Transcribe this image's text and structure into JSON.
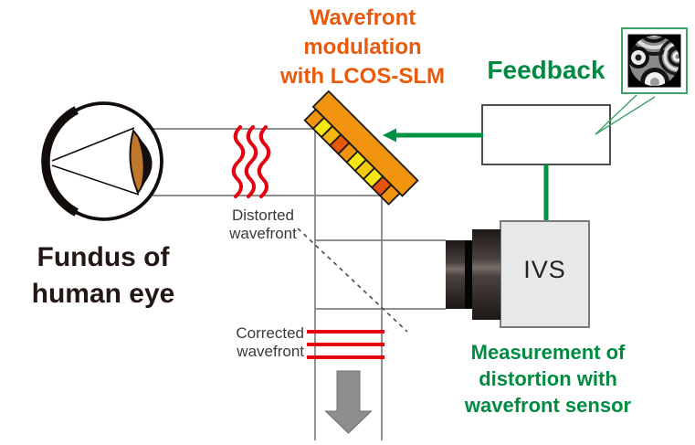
{
  "labels": {
    "slm_title": [
      "Wavefront",
      "modulation",
      "with LCOS-SLM"
    ],
    "feedback": "Feedback",
    "fundus": [
      "Fundus of",
      "human eye"
    ],
    "distorted": [
      "Distorted",
      "wavefront"
    ],
    "corrected": [
      "Corrected",
      "wavefront"
    ],
    "ivs": "IVS",
    "measurement": [
      "Measurement of",
      "distortion with",
      "wavefront sensor"
    ]
  },
  "colors": {
    "orange_title": "#EA5A0C",
    "green_text": "#008B40",
    "green_line": "#009245",
    "red_wavefront": "#E60012",
    "beam_gray": "#7f7f7f",
    "arrow_gray": "#8E8E8E",
    "ink_black": "#231815",
    "slm_backing": "#F0930F",
    "lens_orange": "#C0762B",
    "ivs_box_fill": "#E8E8E8"
  },
  "slm": {
    "tiles": [
      "#F0930F",
      "#F7E711",
      "#F5B50F",
      "#E8580C",
      "#F0930F",
      "#F7E711",
      "#F2CB10",
      "#F7E711",
      "#E4530D",
      "#F0930F"
    ]
  }
}
